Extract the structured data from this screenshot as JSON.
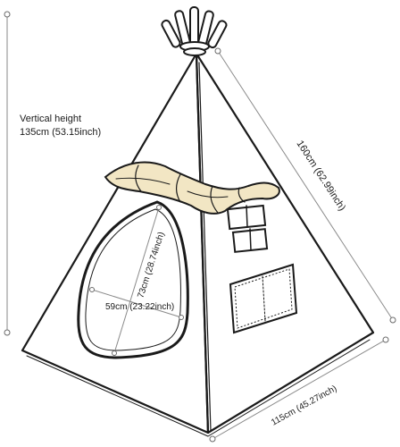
{
  "labels": {
    "vertical_height_title": "Vertical height",
    "vertical_height_value": "135cm (53.15inch)",
    "pole_length": "160cm (62.99inch)",
    "base_width": "115cm (45.27inch)",
    "window_height": "73cm (28.74inch)",
    "window_width": "59cm (23.22inch)"
  },
  "colors": {
    "outline": "#1a1a1a",
    "dimension_line": "#8a8a8a",
    "wooden_bar": "#f2e6c4",
    "background": "#ffffff"
  }
}
